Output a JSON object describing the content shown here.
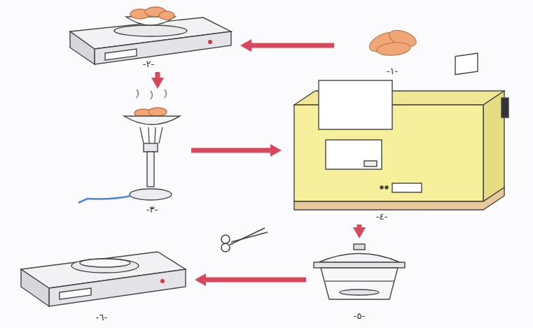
{
  "diagram": {
    "nodes": [
      {
        "text": [
          "-١-"
        ]
      },
      {
        "text": [
          "-٢-"
        ]
      },
      {
        "text": [
          "-٣-"
        ]
      },
      {
        "text": [
          "-٤-"
        ]
      },
      {
        "text": [
          "-٥-"
        ]
      },
      {
        "text": [
          "-٦-"
        ]
      }
    ],
    "edges": [
      {
        "from": 0,
        "to": 1,
        "arrow": "to"
      },
      {
        "from": 1,
        "to": 2,
        "arrow": "to"
      },
      {
        "from": 2,
        "to": 3,
        "arrow": "to"
      },
      {
        "from": 3,
        "to": 4,
        "arrow": "to"
      },
      {
        "from": 4,
        "to": 5,
        "arrow": "to"
      }
    ]
  }
}
